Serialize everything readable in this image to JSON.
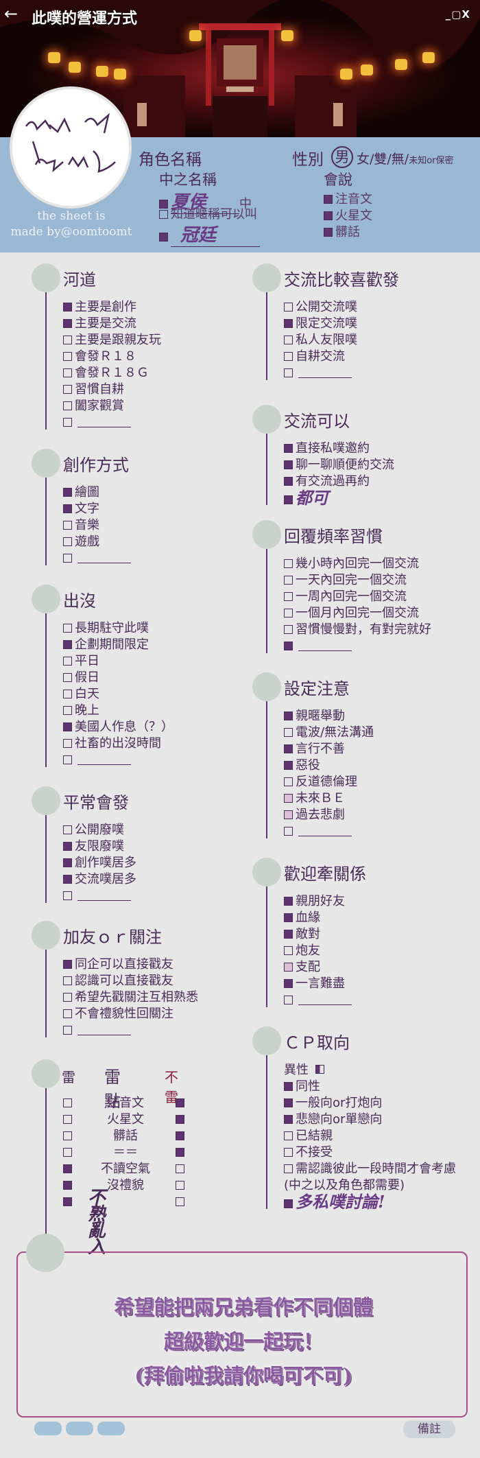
{
  "window": {
    "back_icon": "back-arrow-icon",
    "title": "此噗的營運方式",
    "controls": "_▢X"
  },
  "profile": {
    "credit_line1": "the sheet is",
    "credit_line2": "made by@oomtoomt",
    "role_label": "角色名稱",
    "gender_label": "性別",
    "gender_choice": "男",
    "gender_options": "女/雙/無/",
    "gender_small": "未知or保密",
    "nickname_label": "中之名稱",
    "nick1_hand": "夏侯",
    "nick1_suffix": "中",
    "nick2": "知道暱稱可以叫",
    "nick3_hand": "冠廷",
    "speak_label": "會說",
    "speak1": "注音文",
    "speak2": "火星文",
    "speak3": "髒話"
  },
  "sections_left": [
    {
      "title": "河道",
      "items": [
        {
          "state": "f",
          "label": "主要是創作"
        },
        {
          "state": "f",
          "label": "主要是交流"
        },
        {
          "state": "e",
          "label": "主要是跟親友玩"
        },
        {
          "state": "e",
          "label": "會發Ｒ１８"
        },
        {
          "state": "e",
          "label": "會發Ｒ１８Ｇ"
        },
        {
          "state": "e",
          "label": "習慣自耕"
        },
        {
          "state": "e",
          "label": "闔家觀賞"
        },
        {
          "state": "e",
          "label": ""
        }
      ]
    },
    {
      "title": "創作方式",
      "items": [
        {
          "state": "f",
          "label": "繪圖"
        },
        {
          "state": "f",
          "label": "文字"
        },
        {
          "state": "e",
          "label": "音樂"
        },
        {
          "state": "e",
          "label": "遊戲"
        },
        {
          "state": "e",
          "label": ""
        }
      ]
    },
    {
      "title": "出沒",
      "items": [
        {
          "state": "e",
          "label": "長期駐守此噗"
        },
        {
          "state": "f",
          "label": "企劃期間限定"
        },
        {
          "state": "e",
          "label": "平日"
        },
        {
          "state": "e",
          "label": "假日"
        },
        {
          "state": "e",
          "label": "白天"
        },
        {
          "state": "e",
          "label": "晚上"
        },
        {
          "state": "f",
          "label": "美國人作息（？）"
        },
        {
          "state": "e",
          "label": "社畜的出沒時間"
        },
        {
          "state": "e",
          "label": ""
        }
      ]
    },
    {
      "title": "平常會發",
      "items": [
        {
          "state": "e",
          "label": "公開廢噗"
        },
        {
          "state": "f",
          "label": "友限廢噗"
        },
        {
          "state": "f",
          "label": "創作噗居多"
        },
        {
          "state": "f",
          "label": "交流噗居多"
        },
        {
          "state": "e",
          "label": ""
        }
      ]
    },
    {
      "title": "加友ｏｒ關注",
      "items": [
        {
          "state": "f",
          "label": "同企可以直接戳友"
        },
        {
          "state": "e",
          "label": "認識可以直接戳友"
        },
        {
          "state": "e",
          "label": "希望先戳關注互相熟悉"
        },
        {
          "state": "e",
          "label": "不會禮貌性回關注"
        },
        {
          "state": "e",
          "label": ""
        }
      ]
    }
  ],
  "sections_right": [
    {
      "title": "交流比較喜歡發",
      "items": [
        {
          "state": "e",
          "label": "公開交流噗"
        },
        {
          "state": "f",
          "label": "限定交流噗"
        },
        {
          "state": "e",
          "label": "私人友限噗"
        },
        {
          "state": "e",
          "label": "自耕交流"
        },
        {
          "state": "e",
          "label": ""
        }
      ]
    },
    {
      "title": "交流可以",
      "items": [
        {
          "state": "f",
          "label": "直接私噗邀約"
        },
        {
          "state": "f",
          "label": "聊一聊順便約交流"
        },
        {
          "state": "f",
          "label": "有交流過再約"
        },
        {
          "state": "f",
          "label": "",
          "hand": "都可"
        }
      ]
    },
    {
      "title": "回覆頻率習慣",
      "items": [
        {
          "state": "e",
          "label": "幾小時內回完一個交流"
        },
        {
          "state": "e",
          "label": "一天內回完一個交流"
        },
        {
          "state": "e",
          "label": "一周內回完一個交流"
        },
        {
          "state": "e",
          "label": "一個月內回完一個交流"
        },
        {
          "state": "e",
          "label": "習慣慢慢對，有對完就好"
        },
        {
          "state": "f",
          "label": ""
        }
      ]
    },
    {
      "title": "設定注意",
      "items": [
        {
          "state": "f",
          "label": "親暱舉動"
        },
        {
          "state": "e",
          "label": "電波/無法溝通"
        },
        {
          "state": "f",
          "label": "言行不善"
        },
        {
          "state": "f",
          "label": "惡役"
        },
        {
          "state": "e",
          "label": "反道德倫理"
        },
        {
          "state": "p",
          "label": "未來ＢＥ"
        },
        {
          "state": "p",
          "label": "過去悲劇"
        },
        {
          "state": "e",
          "label": ""
        }
      ]
    },
    {
      "title": "歡迎牽關係",
      "items": [
        {
          "state": "f",
          "label": "親朋好友"
        },
        {
          "state": "f",
          "label": "血緣"
        },
        {
          "state": "f",
          "label": "敵對"
        },
        {
          "state": "e",
          "label": "炮友"
        },
        {
          "state": "p",
          "label": "支配"
        },
        {
          "state": "f",
          "label": "一言難盡"
        },
        {
          "state": "e",
          "label": ""
        }
      ]
    },
    {
      "title": "ＣＰ取向",
      "items": [
        {
          "state": "h",
          "label": "異性"
        },
        {
          "state": "f",
          "label": "同性"
        },
        {
          "state": "f",
          "label": "一般向or打炮向"
        },
        {
          "state": "f",
          "label": "悲戀向or單戀向"
        },
        {
          "state": "e",
          "label": "已結親"
        },
        {
          "state": "e",
          "label": "不接受"
        },
        {
          "state": "e",
          "label": "需認識彼此一段時間才會考慮"
        },
        {
          "state": "x",
          "label": "(中之以及角色都需要)"
        },
        {
          "state": "f",
          "label": "",
          "hand": "多私噗討論!"
        }
      ]
    }
  ],
  "mines": {
    "mine_label": "雷",
    "title": "雷點",
    "notmine_label": "不雷",
    "rows": [
      {
        "left": "e",
        "label": "注音文",
        "right": "f"
      },
      {
        "left": "e",
        "label": "火星文",
        "right": "f"
      },
      {
        "left": "e",
        "label": "髒話",
        "right": "f"
      },
      {
        "left": "e",
        "label": "＝＝",
        "right": "f"
      },
      {
        "left": "f",
        "label": "不讀空氣",
        "right": "e"
      },
      {
        "left": "f",
        "label": "沒禮貌",
        "right": "e"
      },
      {
        "left": "f",
        "label": "",
        "right": "e",
        "hand": "不熟亂入"
      }
    ]
  },
  "note": {
    "line1": "希望能把兩兄弟看作不同個體",
    "line2": "超級歡迎一起玩！",
    "line3": "(拜偷啦我請你喝可不可)"
  },
  "footer": {
    "memo": "備註"
  }
}
